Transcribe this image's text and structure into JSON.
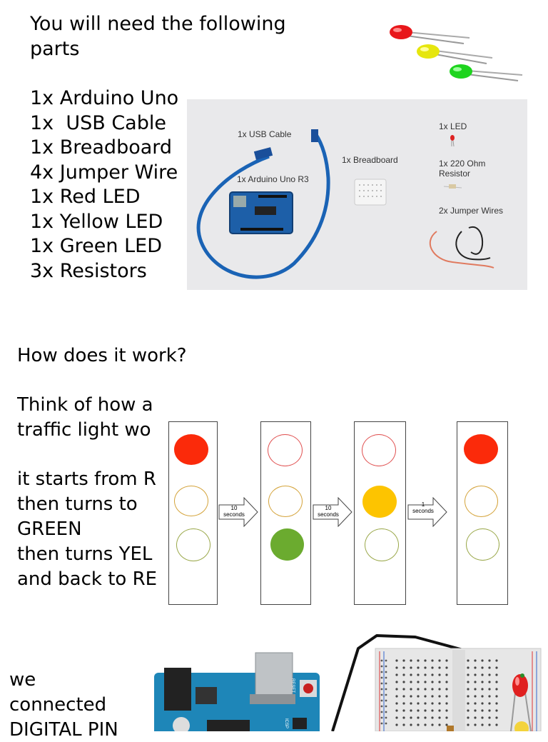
{
  "parts": {
    "heading": "You will need the following\nparts",
    "items": [
      "1x Arduino Uno",
      "1x  USB Cable",
      "1x Breadboard",
      "4x Jumper Wire",
      "1x Red LED",
      "1x Yellow LED",
      "1x Green LED",
      "3x Resistors"
    ]
  },
  "photo": {
    "labels": {
      "usb": "1x USB Cable",
      "uno": "1x Arduino Uno R3",
      "breadboard": "1x Breadboard",
      "led": "1x LED",
      "resistor": "1x 220 Ohm\nResistor",
      "jumper": "2x Jumper Wires"
    }
  },
  "how": {
    "question": "How does it work?",
    "body": "Think of how a\ntraffic light wo\n\nit starts from R\nthen turns to\nGREEN\nthen turns YEL\nand back to RE"
  },
  "sequence": {
    "arrows": [
      {
        "num": "10",
        "unit": "seconds"
      },
      {
        "num": "10",
        "unit": "seconds"
      },
      {
        "num": "1",
        "unit": "seconds"
      }
    ],
    "lamp_states": [
      [
        "red",
        "off",
        "off"
      ],
      [
        "off",
        "off",
        "green"
      ],
      [
        "off",
        "yellow",
        "off"
      ],
      [
        "red",
        "off",
        "off"
      ]
    ]
  },
  "wiring": {
    "text": "we\nconnected\nDIGITAL PIN",
    "board_reset": "RESET",
    "board_icsp": "ICSP"
  },
  "colors": {
    "red": "#fb2a0a",
    "yellow": "#fdc400",
    "green": "#6bab2f",
    "red_outline": "#e05050",
    "yellow_outline": "#d4a33a",
    "green_outline": "#9aa84a",
    "arduino_blue": "#1e86b8"
  }
}
